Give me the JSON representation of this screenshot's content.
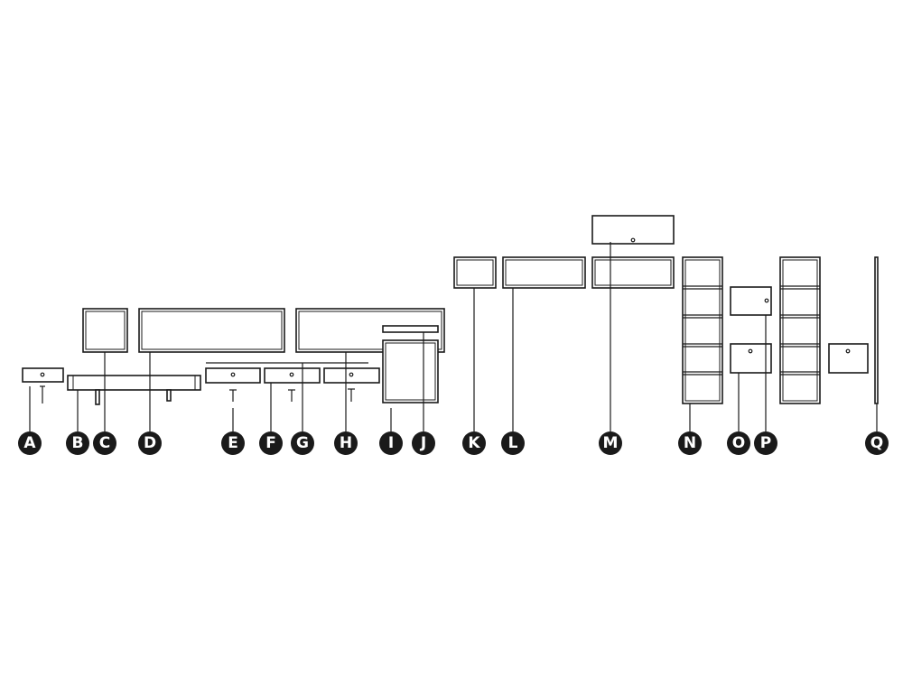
{
  "diagram": {
    "colors": {
      "line": "#1a1a1a",
      "background": "#ffffff",
      "badge": "#1a1a1a",
      "badge_text": "#ffffff"
    },
    "labels": [
      "A",
      "B",
      "C",
      "D",
      "E",
      "F",
      "G",
      "H",
      "I",
      "J",
      "K",
      "L",
      "M",
      "N",
      "O",
      "P",
      "Q"
    ]
  }
}
